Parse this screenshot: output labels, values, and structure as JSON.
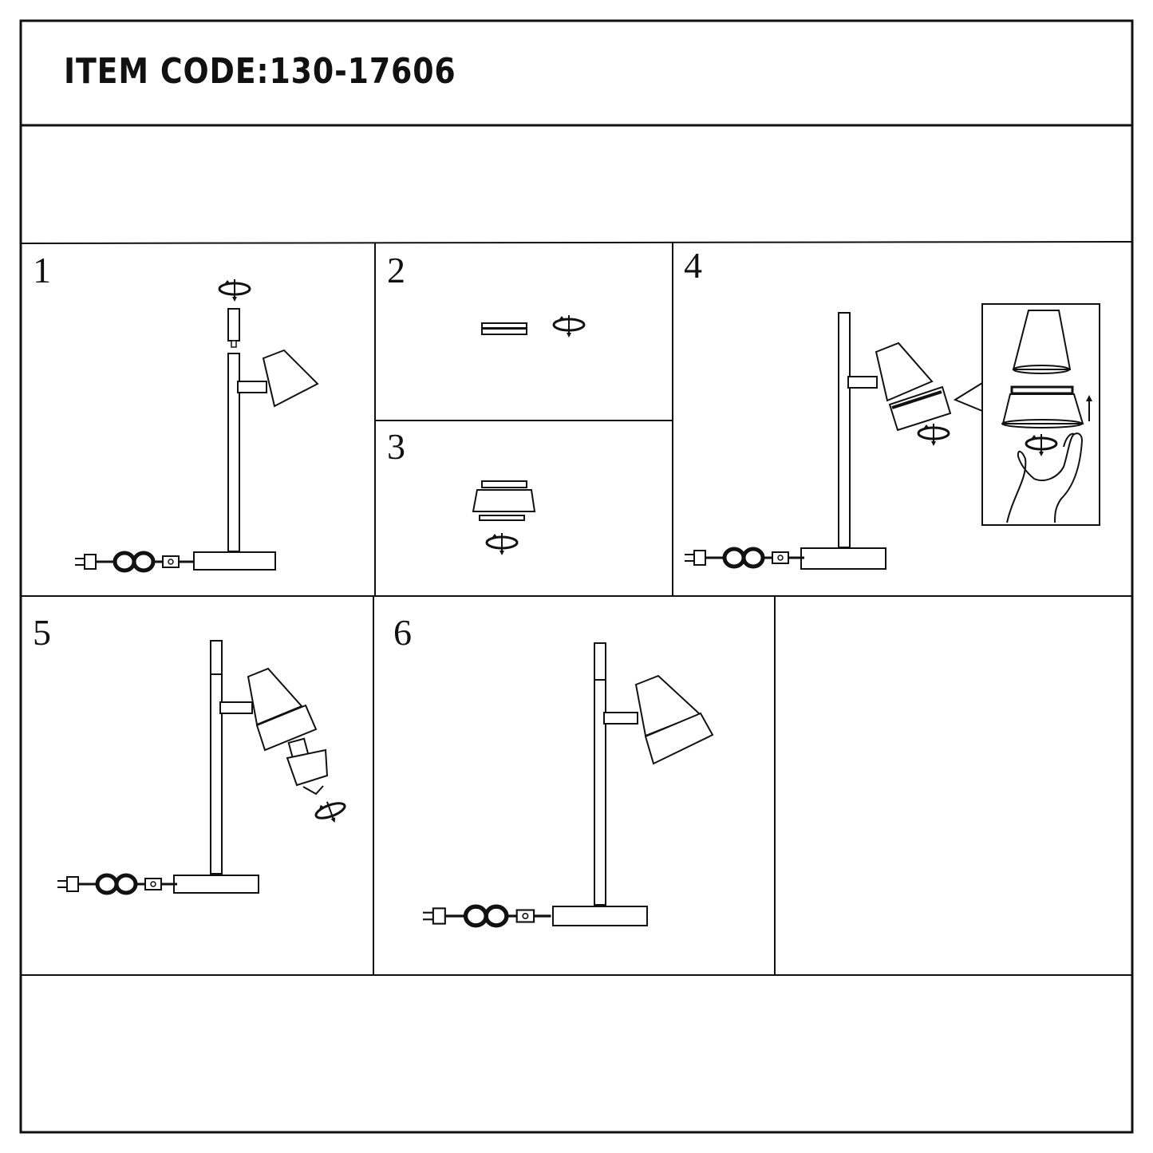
{
  "header": {
    "item_code": "ITEM CODE:130-17606"
  },
  "steps": [
    {
      "number": "1"
    },
    {
      "number": "2"
    },
    {
      "number": "3"
    },
    {
      "number": "4"
    },
    {
      "number": "5"
    },
    {
      "number": "6"
    }
  ],
  "colors": {
    "line": "#111111",
    "paper": "#ffffff"
  }
}
